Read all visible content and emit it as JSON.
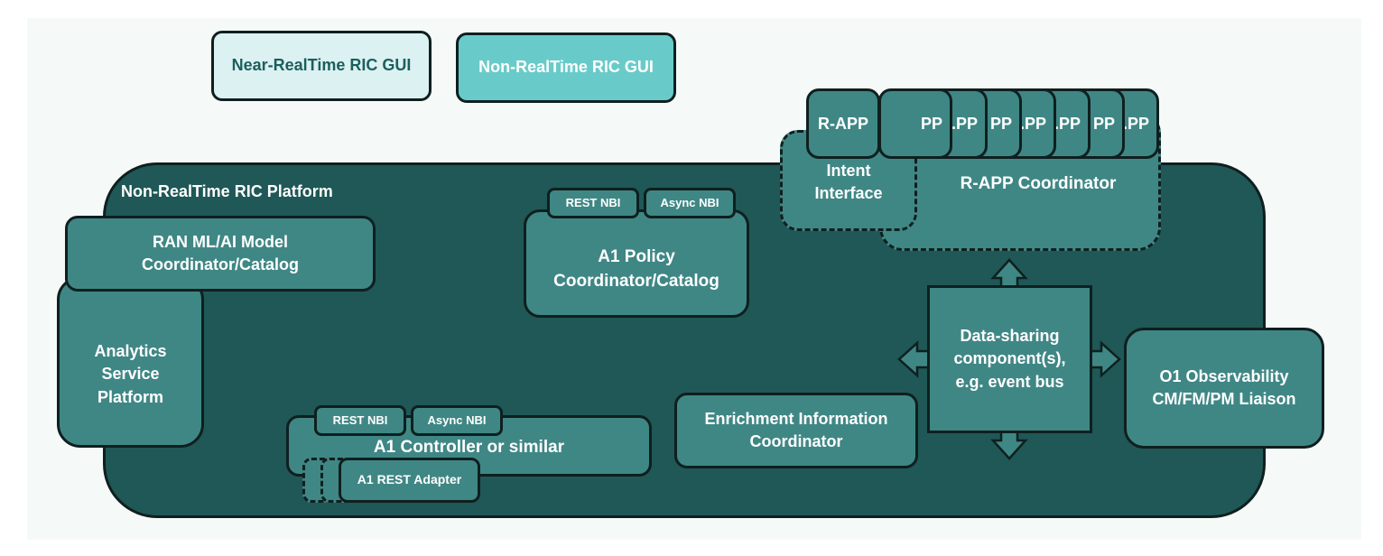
{
  "gui": {
    "near_rt": "Near-RealTime  RIC GUI",
    "non_rt": "Non-RealTime  RIC GUI"
  },
  "platform": {
    "title": "Non-RealTime RIC Platform"
  },
  "rapp": {
    "front_label": "R-APP",
    "stack_labels": [
      "PP",
      ".PP",
      "PP",
      ".PP",
      ".PP",
      "PP",
      ".PP"
    ],
    "coordinator": "R-APP  Coordinator"
  },
  "intent": {
    "line1": "Intent",
    "line2": "Interface"
  },
  "ran": {
    "line1": "RAN ML/AI  Model",
    "line2": "Coordinator/Catalog"
  },
  "analytics": {
    "line1": "Analytics",
    "line2": "Service",
    "line3": "Platform"
  },
  "a1_policy": {
    "rest_nbi": "REST NBI",
    "async_nbi": "Async NBI",
    "line1": "A1 Policy",
    "line2": "Coordinator/Catalog"
  },
  "a1_controller": {
    "rest_nbi": "REST NBI",
    "async_nbi": "Async NBI",
    "label": "A1 Controller  or similar",
    "adapter": "A1 REST Adapter"
  },
  "enrichment": {
    "line1": "Enrichment  Information",
    "line2": "Coordinator"
  },
  "data_sharing": {
    "line1": "Data-sharing",
    "line2": "component(s),",
    "line3": "e.g. event bus"
  },
  "o1": {
    "line1": "O1 Observability",
    "line2": "CM/FM/PM   Liaison"
  },
  "colors": {
    "platform": "#1f5856",
    "component": "#3f8785",
    "gui_light": "#dcf1f1",
    "gui_accent": "#69cbc9",
    "border": "#0f1f1f"
  }
}
